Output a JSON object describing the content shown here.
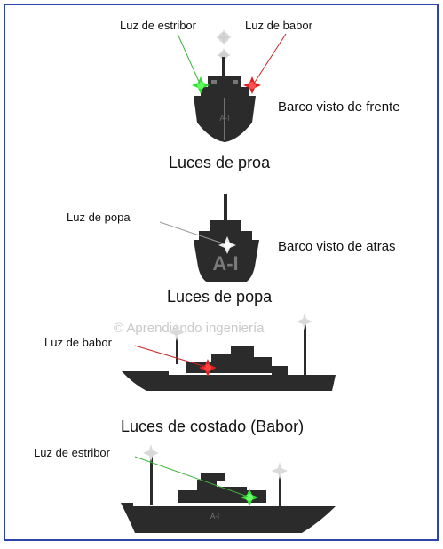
{
  "front": {
    "label_starboard": "Luz de estribor",
    "label_port": "Luz de babor",
    "view": "Barco visto de frente",
    "heading": "Luces de proa",
    "hull_mark": "A-I"
  },
  "stern": {
    "label_light": "Luz de popa",
    "view": "Barco visto de atras",
    "heading": "Luces de popa",
    "hull_mark": "A-I"
  },
  "port_side": {
    "label_light": "Luz de babor",
    "heading": "Luces de costado (Babor)",
    "watermark": "© Aprendiendo ingeniería"
  },
  "starboard_side": {
    "label_light": "Luz de estribor",
    "hull_mark": "A-I"
  },
  "colors": {
    "starboard_green": "#33dd33",
    "port_red": "#e02020",
    "white_light": "#e6e6e6",
    "hull": "#2b2b2b",
    "border": "#2d45a8"
  }
}
